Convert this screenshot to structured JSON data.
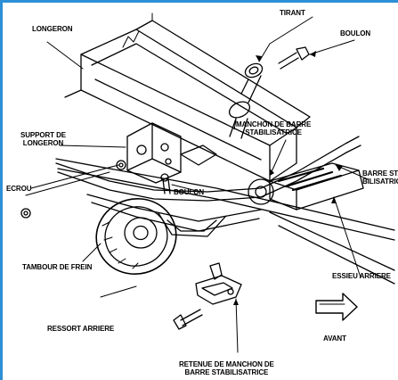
{
  "labels": {
    "longeron": "LONGERON",
    "tirant": "TIRANT",
    "boulon_top": "BOULON",
    "support_line1": "SUPPORT DE",
    "support_line2": "LONGERON",
    "manchon_line1": "MANCHON DE BARRE",
    "manchon_line2": "STABILISATRICE",
    "ecrou": "ECROU",
    "boulon_mid": "BOULON",
    "barre_line1": "BARRE STA-",
    "barre_line2": "BILISATRICE",
    "tambour": "TAMBOUR DE FREIN",
    "essieu": "ESSIEU ARRIERE",
    "ressort": "RESSORT ARRIERE",
    "avant": "AVANT",
    "retenue_line1": "RETENUE DE MANCHON DE",
    "retenue_line2": "BARRE STABILISATRICE"
  },
  "colors": {
    "frame_border": "#2d8fd6",
    "ink": "#000000"
  },
  "icons": {
    "direction": "forward-arrow-icon"
  }
}
